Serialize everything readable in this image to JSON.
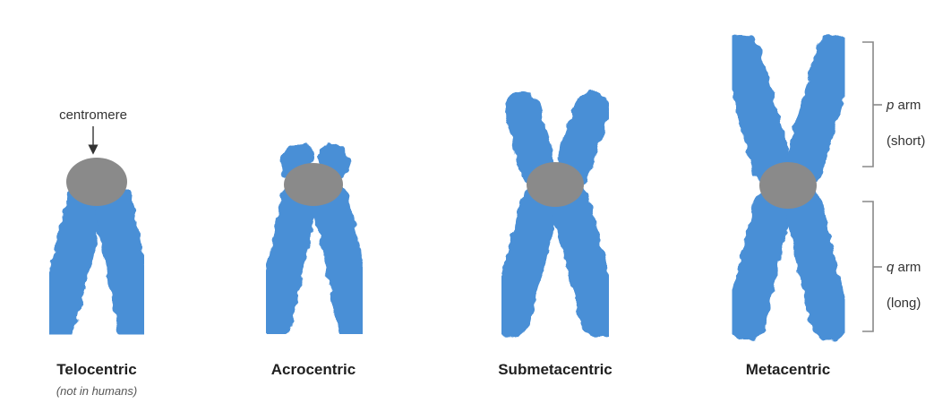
{
  "colors": {
    "arm": "#4a8fd6",
    "arm_edge": "#3a7cc4",
    "centromere": "#8a8a8a",
    "label": "#1f1f1f"
  },
  "annotations": {
    "centromere": "centromere",
    "p_letter": "p",
    "p_arm": "arm",
    "p_short": "(short)",
    "q_letter": "q",
    "q_arm": "arm",
    "q_long": "(long)"
  },
  "chromosomes": [
    {
      "name": "Telocentric",
      "note": "(not in humans)"
    },
    {
      "name": "Acrocentric",
      "note": ""
    },
    {
      "name": "Submetacentric",
      "note": ""
    },
    {
      "name": "Metacentric",
      "note": ""
    }
  ]
}
